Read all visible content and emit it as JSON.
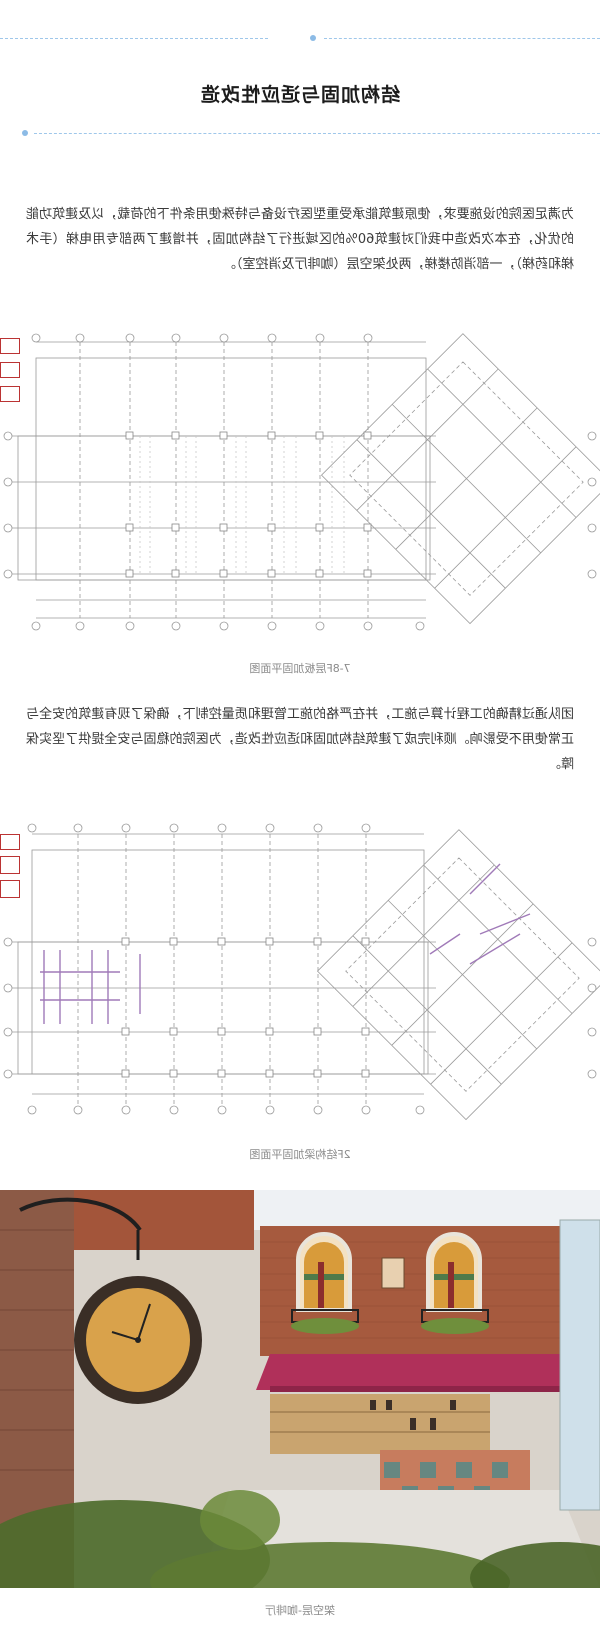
{
  "section": {
    "title": "结构加固与适应性改造"
  },
  "paragraphs": [
    "为满足医院的设施要求，使原建筑能承受重型医疗设备与特殊使用条件下的荷载，以及建筑功能的优化，在本次改造中我们对建筑60%的区域进行了结构加固，并增建了两部专用电梯（手术梯和药梯），一部消防楼梯，两处架空层（咖啡厅及消控室）。",
    "团队通过精确的工程计算与施工，并在严格的施工管理和质量控制下，确保了现有建筑的安全与正常使用不受影响。顺利完成了建筑结构加固和适应性改造，为医院的稳固与安全提供了坚实保障。"
  ],
  "figures": [
    {
      "caption": "7-8F层板加固平面图"
    },
    {
      "caption": "2F结构梁加固平面图"
    },
    {
      "caption": "架空层-咖啡厅"
    }
  ],
  "colors": {
    "accent_dots": "#8cbbe6",
    "drawing_line": "#9a9a9a",
    "reinforce_mark": "#a07ab8",
    "awning": "#b0305a",
    "brick": "#a65a3e"
  }
}
